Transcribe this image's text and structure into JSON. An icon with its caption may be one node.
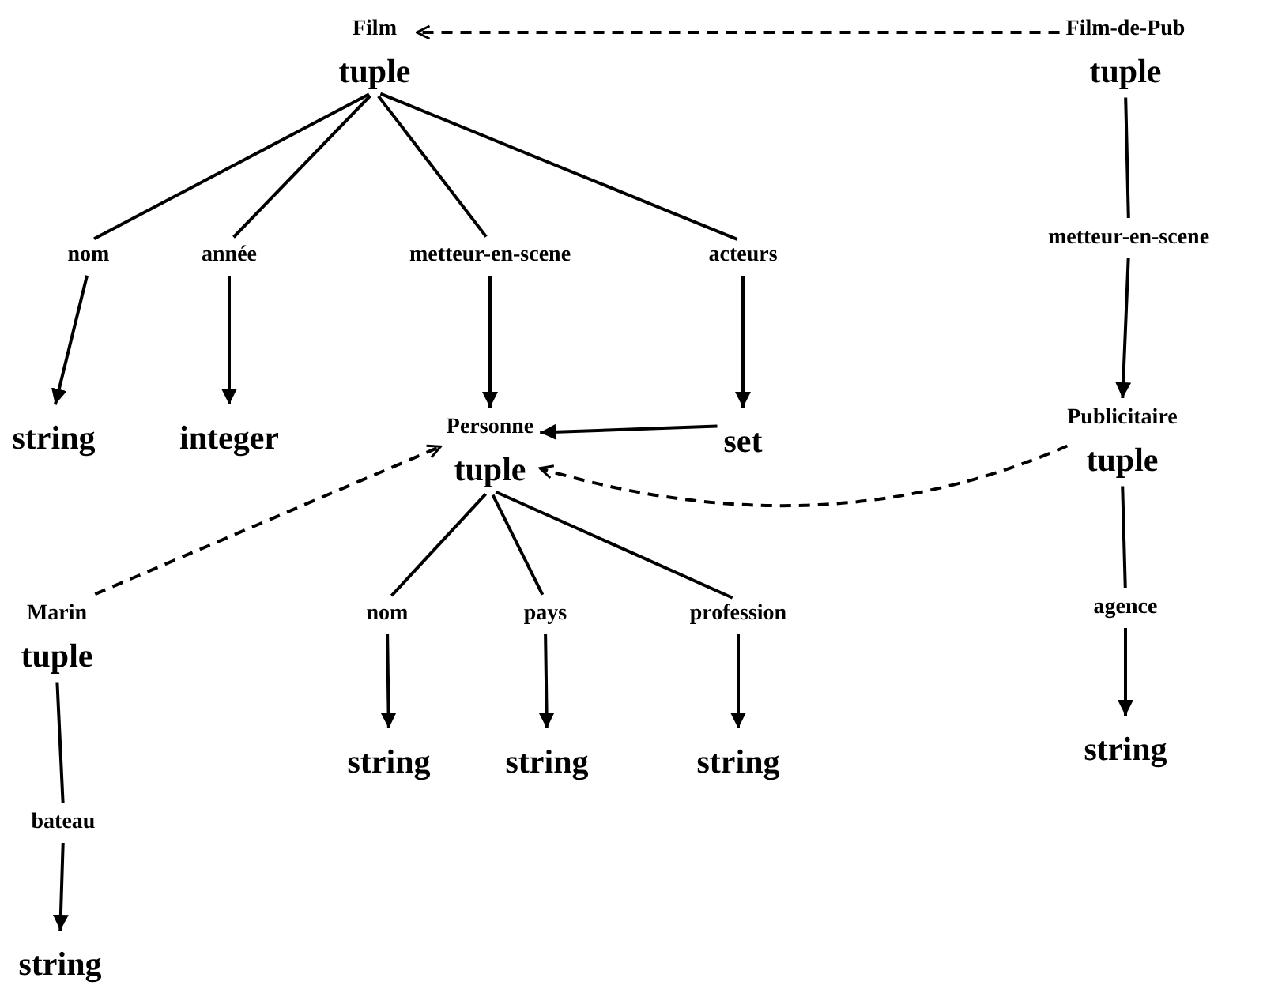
{
  "diagram": {
    "nodes": [
      {
        "text": [
          "Film",
          "tuple"
        ]
      },
      {
        "text": [
          "Film-de-Pub",
          "tuple"
        ]
      },
      {
        "text": [
          "nom"
        ]
      },
      {
        "text": [
          "année"
        ]
      },
      {
        "text": [
          "metteur-en-scene"
        ]
      },
      {
        "text": [
          "acteurs"
        ]
      },
      {
        "text": [
          "metteur-en-scene"
        ]
      },
      {
        "text": [
          "string"
        ]
      },
      {
        "text": [
          "integer"
        ]
      },
      {
        "text": [
          "Personne",
          "tuple"
        ]
      },
      {
        "text": [
          "set"
        ]
      },
      {
        "text": [
          "Publicitaire",
          "tuple"
        ]
      },
      {
        "text": [
          "Marin",
          "tuple"
        ]
      },
      {
        "text": [
          "nom"
        ]
      },
      {
        "text": [
          "pays"
        ]
      },
      {
        "text": [
          "profession"
        ]
      },
      {
        "text": [
          "agence"
        ]
      },
      {
        "text": [
          "string"
        ]
      },
      {
        "text": [
          "string"
        ]
      },
      {
        "text": [
          "string"
        ]
      },
      {
        "text": [
          "string"
        ]
      },
      {
        "text": [
          "bateau"
        ]
      },
      {
        "text": [
          "string"
        ]
      }
    ],
    "edges": [
      {
        "from": 1,
        "to": 0,
        "arrow": "to",
        "style": "dashed"
      },
      {
        "from": 0,
        "to": 2,
        "arrow": "none"
      },
      {
        "from": 0,
        "to": 3,
        "arrow": "none"
      },
      {
        "from": 0,
        "to": 4,
        "arrow": "none"
      },
      {
        "from": 0,
        "to": 5,
        "arrow": "none"
      },
      {
        "from": 1,
        "to": 6,
        "arrow": "none"
      },
      {
        "from": 2,
        "to": 7,
        "arrow": "to"
      },
      {
        "from": 3,
        "to": 8,
        "arrow": "to"
      },
      {
        "from": 4,
        "to": 9,
        "arrow": "to"
      },
      {
        "from": 5,
        "to": 10,
        "arrow": "to"
      },
      {
        "from": 6,
        "to": 11,
        "arrow": "to"
      },
      {
        "from": 10,
        "to": 9,
        "arrow": "to"
      },
      {
        "from": 11,
        "to": 9,
        "arrow": "to",
        "style": "dashed"
      },
      {
        "from": 12,
        "to": 9,
        "arrow": "to",
        "style": "dashed"
      },
      {
        "from": 9,
        "to": 13,
        "arrow": "none"
      },
      {
        "from": 9,
        "to": 14,
        "arrow": "none"
      },
      {
        "from": 9,
        "to": 15,
        "arrow": "none"
      },
      {
        "from": 11,
        "to": 16,
        "arrow": "none"
      },
      {
        "from": 13,
        "to": 17,
        "arrow": "to"
      },
      {
        "from": 14,
        "to": 18,
        "arrow": "to"
      },
      {
        "from": 15,
        "to": 19,
        "arrow": "to"
      },
      {
        "from": 16,
        "to": 20,
        "arrow": "to"
      },
      {
        "from": 12,
        "to": 21,
        "arrow": "none"
      },
      {
        "from": 21,
        "to": 22,
        "arrow": "to"
      }
    ]
  }
}
